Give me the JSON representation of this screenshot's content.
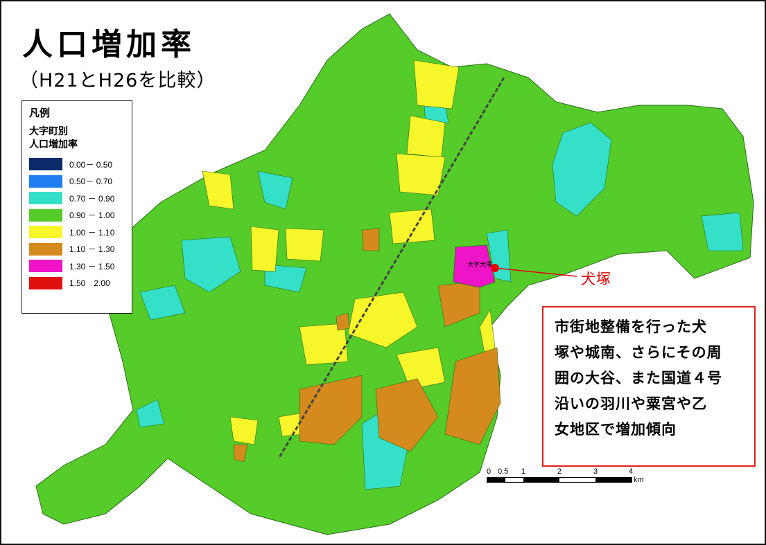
{
  "title": "人口増加率",
  "subtitle": "（H21とH26を比較）",
  "legend": {
    "title": "凡例",
    "subtitle_line1": "大字町別",
    "subtitle_line2": "人口増加率",
    "classes": [
      {
        "range": "0.00－ 0.50",
        "color": "#0b2a6b"
      },
      {
        "range": "0.50－ 0.70",
        "color": "#1f7ff0"
      },
      {
        "range": "0.70 － 0.90",
        "color": "#35e0c8"
      },
      {
        "range": "0.90 － 1.00",
        "color": "#55cc2a"
      },
      {
        "range": "1.00 － 1.10",
        "color": "#f6f62a"
      },
      {
        "range": "1.10 － 1.30",
        "color": "#d48a1c"
      },
      {
        "range": "1.30 － 1.50",
        "color": "#f014c8"
      },
      {
        "range": "1.50　2.00",
        "color": "#e01010"
      }
    ]
  },
  "callout": {
    "label": "犬塚",
    "color": "#e60000"
  },
  "note": {
    "lines": [
      "市街地整備を行った犬",
      "塚や城南、さらにその周",
      "囲の大谷、また国道４号",
      "沿いの羽川や粟宮や乙",
      "女地区で増加傾向"
    ]
  },
  "scale": {
    "ticks": [
      "0",
      "0.5",
      "1",
      "2",
      "3",
      "4"
    ],
    "unit": "km"
  },
  "map_labels": [
    "大字犬塚"
  ]
}
